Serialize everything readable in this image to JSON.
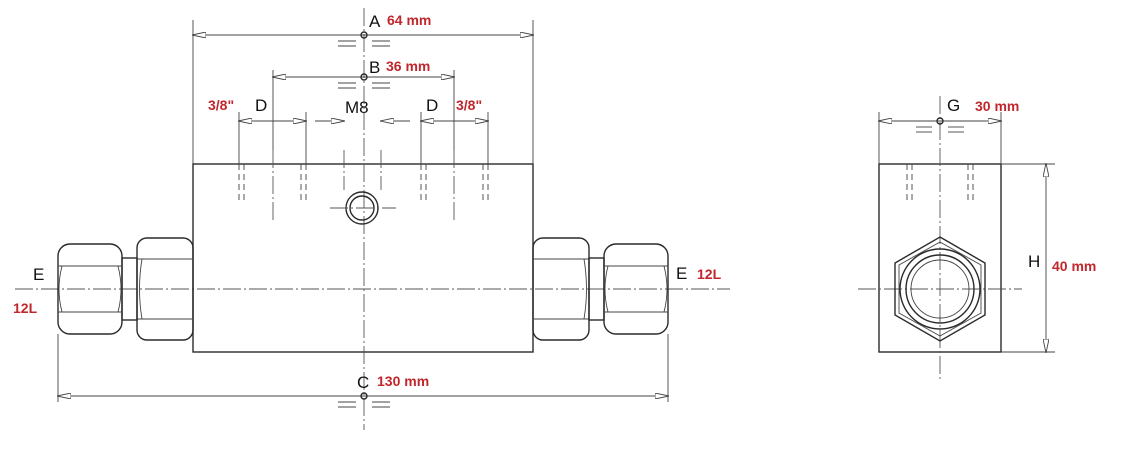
{
  "labels": {
    "A": "A",
    "B": "B",
    "C": "C",
    "D": "D",
    "E": "E",
    "G": "G",
    "H": "H",
    "M8": "M8"
  },
  "values": {
    "A": "64 mm",
    "B": "36 mm",
    "C": "130 mm",
    "D": "3/8\"",
    "E": "12L",
    "G": "30 mm",
    "H": "40 mm"
  },
  "colors": {
    "line": "#2a2a2a",
    "value_text": "#c0272d"
  }
}
